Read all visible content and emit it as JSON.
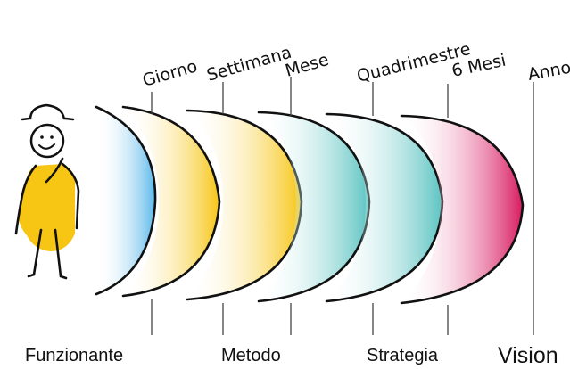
{
  "time_labels": [
    "Giorno",
    "Settimana",
    "Mese",
    "Quadrimestre",
    "6 Mesi",
    "Anno"
  ],
  "level_labels": [
    "Funzionante",
    "Metodo",
    "Strategia",
    "Vision"
  ],
  "colors": {
    "blue": "#5bb8ea",
    "yellow": "#f7c514",
    "teal": "#5cc4c2",
    "magenta": "#d81b60",
    "outline": "#111111"
  },
  "icons": [
    "stick-figure-with-hat-icon"
  ]
}
